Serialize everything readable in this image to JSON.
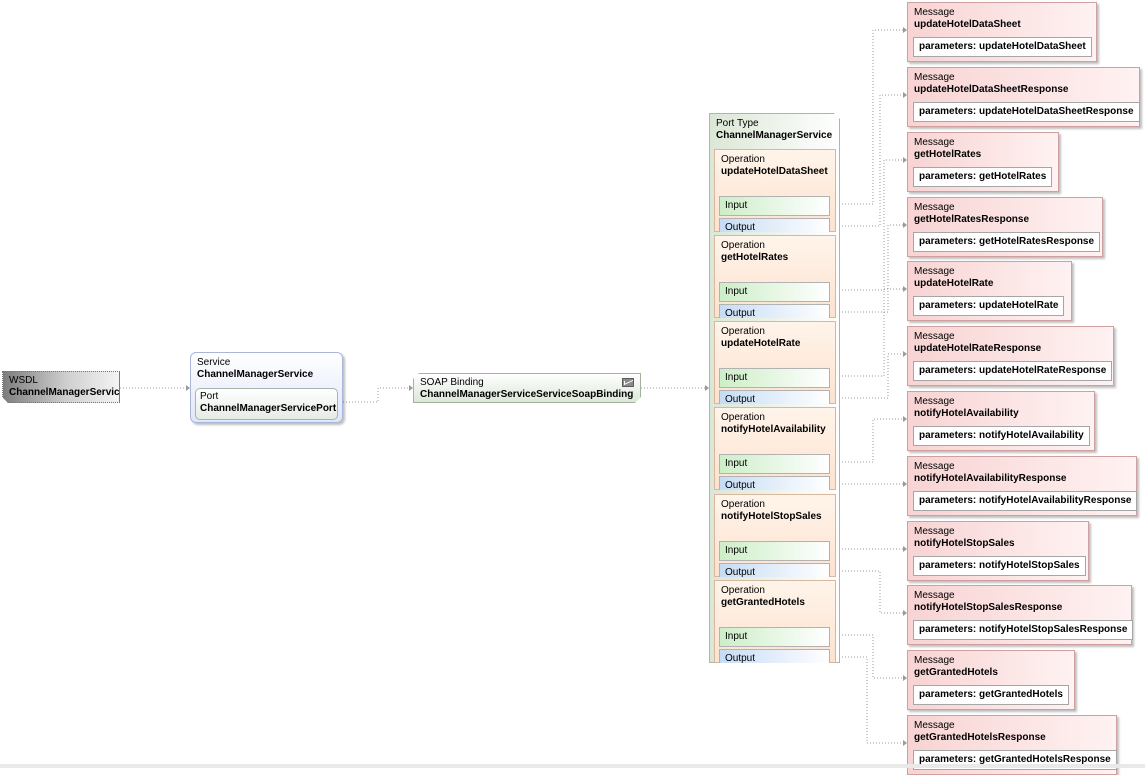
{
  "wsdl": {
    "label": "WSDL",
    "name": "ChannelManagerService"
  },
  "service": {
    "label": "Service",
    "name": "ChannelManagerService",
    "port": {
      "label": "Port",
      "name": "ChannelManagerServicePort"
    }
  },
  "binding": {
    "label": "SOAP Binding",
    "name": "ChannelManagerServiceServiceSoapBinding",
    "icon": "envelope-icon"
  },
  "port_type": {
    "label": "Port Type",
    "name": "ChannelManagerService",
    "operations": [
      {
        "label": "Operation",
        "name": "updateHotelDataSheet",
        "input": "Input",
        "output": "Output"
      },
      {
        "label": "Operation",
        "name": "getHotelRates",
        "input": "Input",
        "output": "Output"
      },
      {
        "label": "Operation",
        "name": "updateHotelRate",
        "input": "Input",
        "output": "Output"
      },
      {
        "label": "Operation",
        "name": "notifyHotelAvailability",
        "input": "Input",
        "output": "Output"
      },
      {
        "label": "Operation",
        "name": "notifyHotelStopSales",
        "input": "Input",
        "output": "Output"
      },
      {
        "label": "Operation",
        "name": "getGrantedHotels",
        "input": "Input",
        "output": "Output"
      }
    ]
  },
  "messages": [
    {
      "label": "Message",
      "name": "updateHotelDataSheet",
      "part": "parameters: updateHotelDataSheet"
    },
    {
      "label": "Message",
      "name": "updateHotelDataSheetResponse",
      "part": "parameters: updateHotelDataSheetResponse"
    },
    {
      "label": "Message",
      "name": "getHotelRates",
      "part": "parameters: getHotelRates"
    },
    {
      "label": "Message",
      "name": "getHotelRatesResponse",
      "part": "parameters: getHotelRatesResponse"
    },
    {
      "label": "Message",
      "name": "updateHotelRate",
      "part": "parameters: updateHotelRate"
    },
    {
      "label": "Message",
      "name": "updateHotelRateResponse",
      "part": "parameters: updateHotelRateResponse"
    },
    {
      "label": "Message",
      "name": "notifyHotelAvailability",
      "part": "parameters: notifyHotelAvailability"
    },
    {
      "label": "Message",
      "name": "notifyHotelAvailabilityResponse",
      "part": "parameters: notifyHotelAvailabilityResponse"
    },
    {
      "label": "Message",
      "name": "notifyHotelStopSales",
      "part": "parameters: notifyHotelStopSales"
    },
    {
      "label": "Message",
      "name": "notifyHotelStopSalesResponse",
      "part": "parameters: notifyHotelStopSalesResponse"
    },
    {
      "label": "Message",
      "name": "getGrantedHotels",
      "part": "parameters: getGrantedHotels"
    },
    {
      "label": "Message",
      "name": "getGrantedHotelsResponse",
      "part": "parameters: getGrantedHotelsResponse"
    }
  ],
  "colors": {
    "service": "#dfe6fb",
    "binding": "#dce7d8",
    "operation": "#fde2cf",
    "input": "#cdeec8",
    "output": "#c6dcf5",
    "message": "#f8d3d3",
    "connector": "#9a9a9a"
  }
}
